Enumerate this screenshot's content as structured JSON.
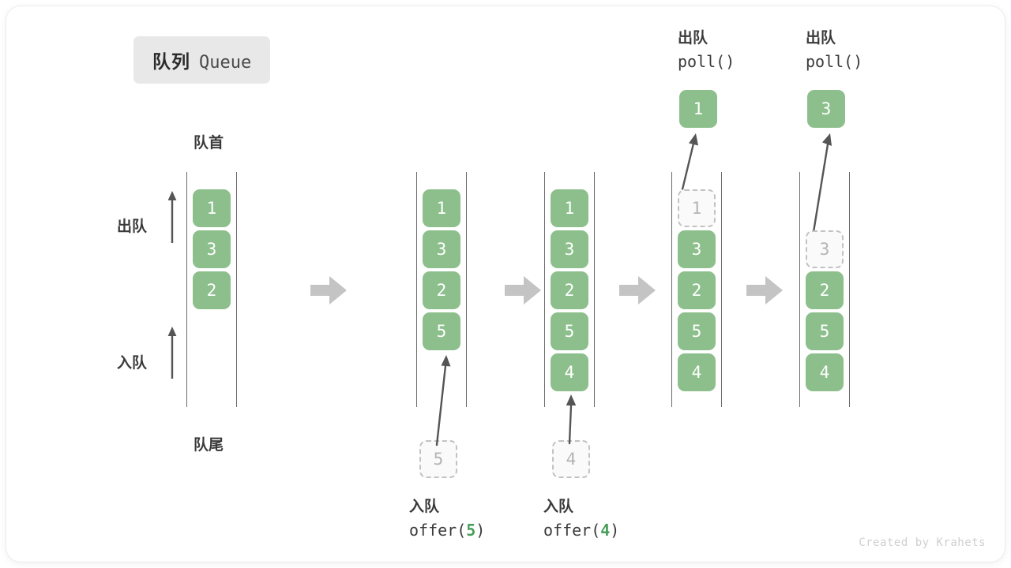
{
  "title": {
    "cn": "队列",
    "en": "Queue"
  },
  "credit": "Created by Krahets",
  "axis_labels": {
    "front": "队首",
    "rear": "队尾",
    "dequeue": "出队",
    "enqueue": "入队"
  },
  "operations": [
    {
      "cn": "入队",
      "fn": "offer(",
      "arg": "5",
      "close": ")"
    },
    {
      "cn": "入队",
      "fn": "offer(",
      "arg": "4",
      "close": ")"
    },
    {
      "cn": "出队",
      "fn": "poll(",
      "arg": "",
      "close": ")"
    },
    {
      "cn": "出队",
      "fn": "poll(",
      "arg": "",
      "close": ")"
    }
  ],
  "states": [
    {
      "name": "initial",
      "cells": [
        {
          "value": "1",
          "state": "filled"
        },
        {
          "value": "3",
          "state": "filled"
        },
        {
          "value": "2",
          "state": "filled"
        }
      ]
    },
    {
      "name": "after-offer-5",
      "cells": [
        {
          "value": "1",
          "state": "filled"
        },
        {
          "value": "3",
          "state": "filled"
        },
        {
          "value": "2",
          "state": "filled"
        },
        {
          "value": "5",
          "state": "filled"
        }
      ],
      "incoming": {
        "value": "5",
        "state": "ghost"
      }
    },
    {
      "name": "after-offer-4",
      "cells": [
        {
          "value": "1",
          "state": "filled"
        },
        {
          "value": "3",
          "state": "filled"
        },
        {
          "value": "2",
          "state": "filled"
        },
        {
          "value": "5",
          "state": "filled"
        },
        {
          "value": "4",
          "state": "filled"
        }
      ],
      "incoming": {
        "value": "4",
        "state": "ghost"
      }
    },
    {
      "name": "after-poll-1",
      "cells": [
        {
          "value": "1",
          "state": "ghost"
        },
        {
          "value": "3",
          "state": "filled"
        },
        {
          "value": "2",
          "state": "filled"
        },
        {
          "value": "5",
          "state": "filled"
        },
        {
          "value": "4",
          "state": "filled"
        }
      ],
      "outgoing": {
        "value": "1",
        "state": "filled"
      }
    },
    {
      "name": "after-poll-3",
      "cells": [
        {
          "value": "",
          "state": "empty"
        },
        {
          "value": "3",
          "state": "ghost"
        },
        {
          "value": "2",
          "state": "filled"
        },
        {
          "value": "5",
          "state": "filled"
        },
        {
          "value": "4",
          "state": "filled"
        }
      ],
      "outgoing": {
        "value": "3",
        "state": "filled"
      }
    }
  ],
  "colors": {
    "element": "#8cbf8c",
    "ghost_border": "#c2c2c2",
    "rail": "#6a6a6a",
    "step_arrow": "#c4c4c4",
    "accent_text": "#4a9e5c"
  }
}
